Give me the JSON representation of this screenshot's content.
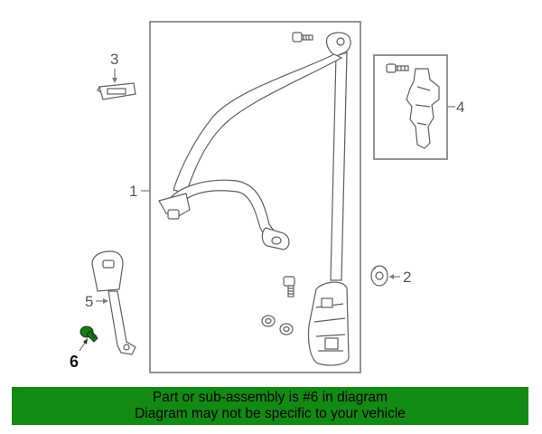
{
  "callouts": {
    "c1": "1",
    "c2": "2",
    "c3": "3",
    "c4": "4",
    "c5": "5",
    "c6": "6"
  },
  "banner": {
    "line1": "Part or sub-assembly is #6 in diagram",
    "line2": "Diagram may not be specific to your vehicle"
  },
  "colors": {
    "banner_bg": "#138a13",
    "highlight_part": "#1a7a1a"
  }
}
